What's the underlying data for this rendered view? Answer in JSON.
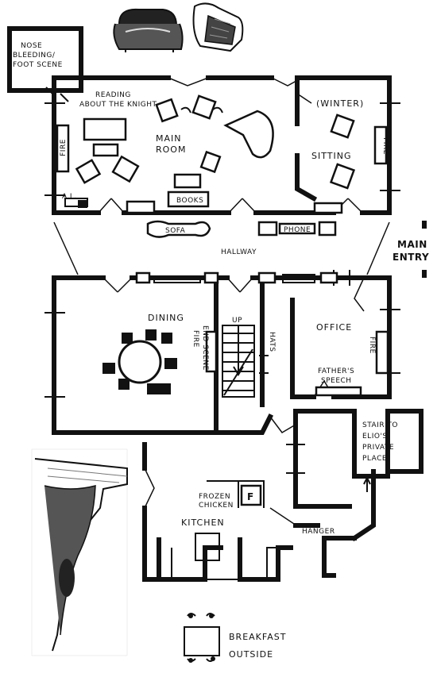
{
  "rooms": {
    "nose_scene": [
      "NOSE",
      "BLEEDING/",
      "FOOT SCENE"
    ],
    "reading": [
      "READING",
      "ABOUT THE KNIGHT"
    ],
    "main_room": [
      "MAIN",
      "ROOM"
    ],
    "winter": "(WINTER)",
    "sitting": "SITTING",
    "fire_left": "FIRE",
    "fire_right": "FIRE",
    "books": "BOOKS",
    "sofa": "SOFA",
    "phone": "PHONE",
    "hallway": "HALLWAY",
    "main_entry": [
      "MAIN",
      "ENTRY"
    ],
    "dining": "DINING",
    "up": "UP",
    "fire_end_scene": [
      "FIRE",
      "END SCENE"
    ],
    "hats": "HATS",
    "office": "OFFICE",
    "fire_office": "FIRE",
    "fathers_speech": [
      "FATHER'S",
      "SPEECH"
    ],
    "stair": [
      "STAIR TO",
      "ELIO'S",
      "PRIVATE",
      "PLACE"
    ],
    "frozen_chicken": [
      "FROZEN",
      "CHICKEN"
    ],
    "f_mark": "F",
    "kitchen": "KITCHEN",
    "hanger": "HANGER",
    "breakfast": [
      "BREAKFAST",
      "OUTSIDE"
    ],
    "al": "A.L."
  }
}
